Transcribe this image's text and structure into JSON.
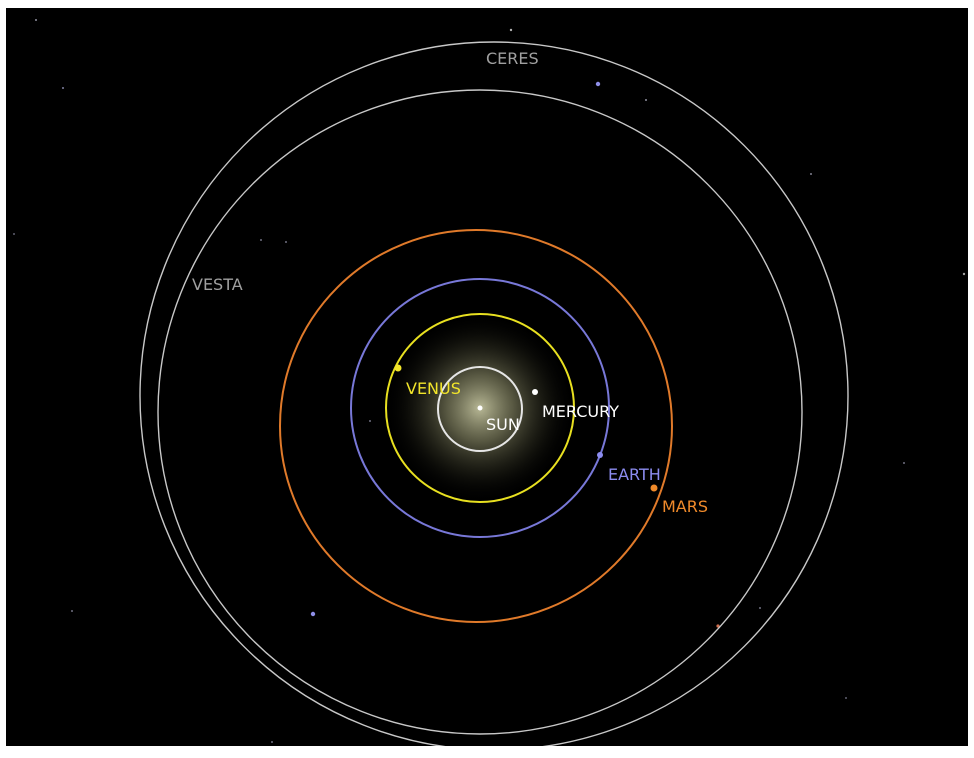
{
  "bodies": {
    "sun": {
      "label": "SUN",
      "color": "#ffffff"
    },
    "mercury": {
      "label": "MERCURY",
      "color": "#ffffff"
    },
    "venus": {
      "label": "VENUS",
      "color": "#f2e52a"
    },
    "earth": {
      "label": "EARTH",
      "color": "#8c8cf0"
    },
    "mars": {
      "label": "MARS",
      "color": "#f08a2a"
    },
    "vesta": {
      "label": "VESTA",
      "color": "#a0a0a0"
    },
    "ceres": {
      "label": "CERES",
      "color": "#a0a0a0"
    }
  },
  "colors": {
    "background": "#000000",
    "sun_glow": "#c8c8a0",
    "orbit_mercury": "#e6e6e6",
    "orbit_venus": "#e8e020",
    "orbit_earth": "#7878d8",
    "orbit_mars": "#e07a2a",
    "orbit_vesta": "#c8c8c8",
    "orbit_ceres": "#c8c8c8"
  }
}
